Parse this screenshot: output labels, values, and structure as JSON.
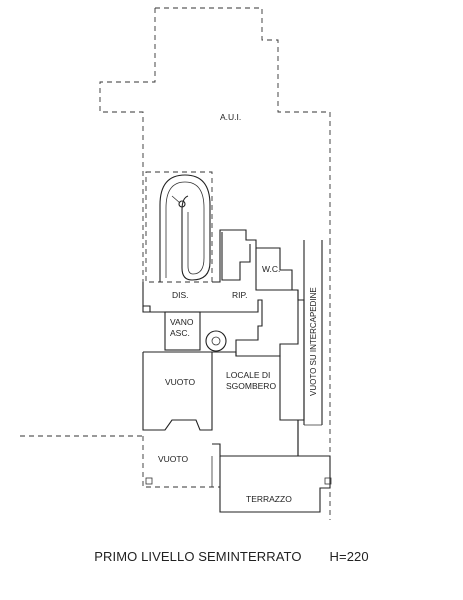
{
  "plan": {
    "labels": {
      "aui": "A.U.I.",
      "dis": "DIS.",
      "rip": "RIP.",
      "wc": "W.C.",
      "vano_line1": "VANO",
      "vano_line2": "ASC.",
      "locale_line1": "LOCALE DI",
      "locale_line2": "SGOMBERO",
      "vuoto_upper": "VUOTO",
      "vuoto_lower": "VUOTO",
      "terrazzo": "TERRAZZO",
      "intercapedine": "VUOTO SU INTERCAPEDINE"
    }
  },
  "caption": {
    "title": "PRIMO LIVELLO SEMINTERRATO",
    "height": "H=220"
  }
}
